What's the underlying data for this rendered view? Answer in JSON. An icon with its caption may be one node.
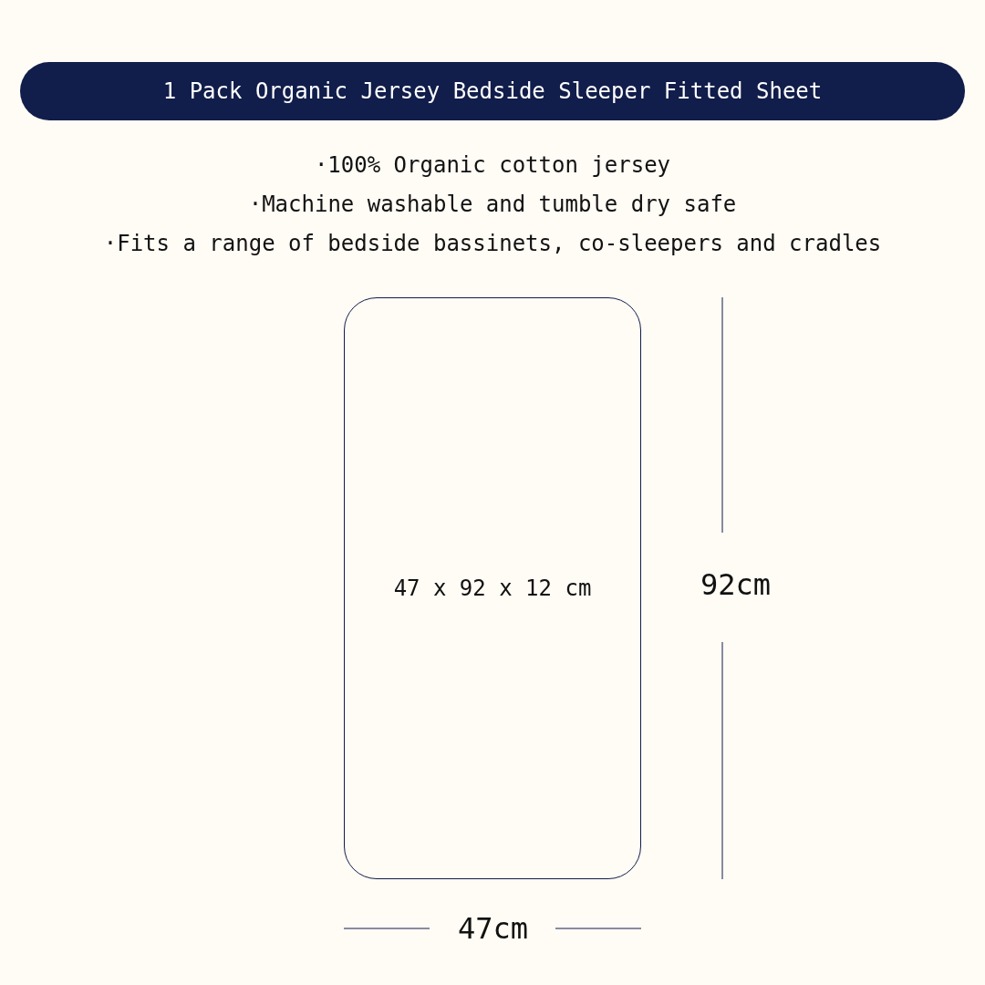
{
  "diagram": {
    "nodes": [
      {
        "text": [
          "1 Pack Organic Jersey Bedside Sleeper Fitted Sheet"
        ]
      },
      {
        "text": [
          "47 x 92 x 12 cm"
        ]
      }
    ],
    "labels": [
      "·100% Organic cotton jersey",
      "·Machine washable and tumble dry safe",
      "·Fits a range of bedside bassinets, co-sleepers and cradles",
      "92cm",
      "47cm"
    ]
  }
}
